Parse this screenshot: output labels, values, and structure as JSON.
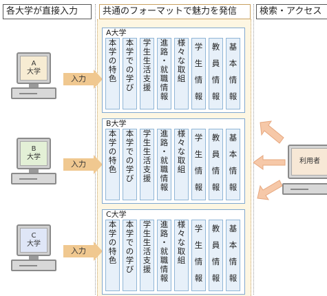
{
  "headers": {
    "left": "各大学が直接入力",
    "center": "共通のフォーマットで魅力を発信",
    "right": "検索・アクセス"
  },
  "universities": [
    {
      "letter": "A",
      "label": "大学",
      "input_label": "入力",
      "color": "#f7ecd3"
    },
    {
      "letter": "B",
      "label": "大学",
      "input_label": "入力",
      "color": "#e3f0d6"
    },
    {
      "letter": "C",
      "label": "大学",
      "input_label": "入力",
      "color": "#dfe6f7"
    }
  ],
  "cards": [
    {
      "title": "A大学"
    },
    {
      "title": "B大学"
    },
    {
      "title": "C大学"
    }
  ],
  "columns": [
    "本学の特色",
    "本学での学び",
    "学生生活支援",
    "進路・就職情報",
    "様々な取組",
    "学 生 情 報",
    "教 員 情 報",
    "基 本 情 報"
  ],
  "user": {
    "label": "利用者"
  },
  "colors": {
    "card_border": "#7fa7cf",
    "column_fill": "#e7f0f9",
    "input_arrow": "#f0c890",
    "panel_bg": "#fdf6e2",
    "user_arrow": "#f6c8a8"
  }
}
